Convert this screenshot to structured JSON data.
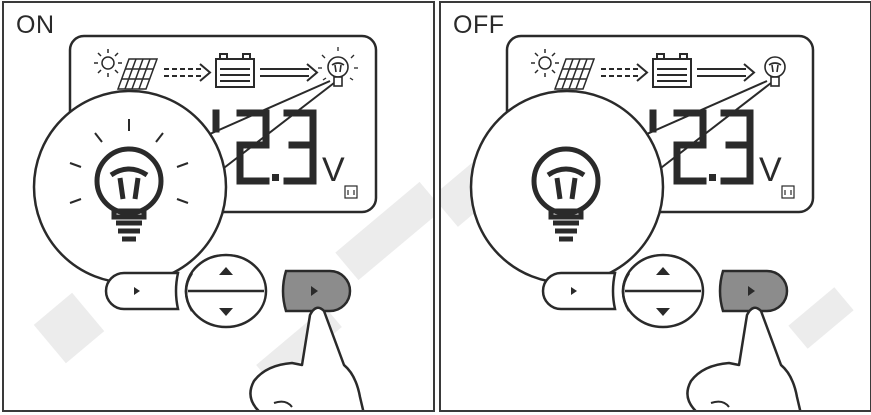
{
  "panels": [
    {
      "id": "on",
      "label": "ON",
      "load_state": "on",
      "unit": "V"
    },
    {
      "id": "off",
      "label": "OFF",
      "load_state": "off",
      "unit": "V"
    }
  ],
  "colors": {
    "outline": "#2a2a2a",
    "pressed_button": "#8c8c8c",
    "watermark": "#e9e9e9",
    "background": "#ffffff"
  },
  "icons": [
    "sun-icon",
    "solar-panel-icon",
    "battery-icon",
    "bulb-icon",
    "hand-pointer-icon",
    "arrow-left-icon",
    "arrow-up-icon",
    "arrow-down-icon",
    "arrow-right-icon"
  ]
}
